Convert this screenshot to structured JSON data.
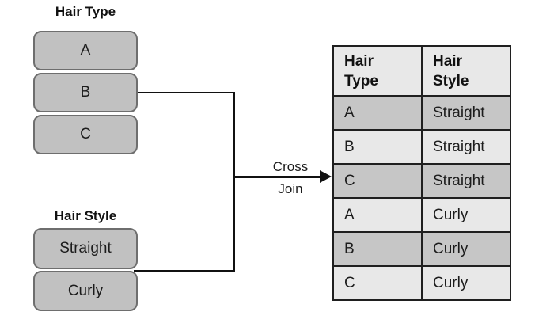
{
  "lists": {
    "hair_type": {
      "title": "Hair Type",
      "items": [
        "A",
        "B",
        "C"
      ]
    },
    "hair_style": {
      "title": "Hair Style",
      "items": [
        "Straight",
        "Curly"
      ]
    }
  },
  "connector": {
    "label_line1": "Cross",
    "label_line2": "Join"
  },
  "result_table": {
    "headers": [
      "Hair\nType",
      "Hair\nStyle"
    ],
    "rows": [
      [
        "A",
        "Straight"
      ],
      [
        "B",
        "Straight"
      ],
      [
        "C",
        "Straight"
      ],
      [
        "A",
        "Curly"
      ],
      [
        "B",
        "Curly"
      ],
      [
        "C",
        "Curly"
      ]
    ]
  },
  "colors": {
    "background": "#ffffff",
    "box_fill": "#c1c1c1",
    "box_border": "#6e6e6e",
    "line": "#111111",
    "table_border": "#1f1f1f",
    "table_header_bg": "#e8e8e8",
    "row_dark": "#c6c6c6",
    "row_light": "#e8e8e8",
    "text": "#1a1a1a"
  }
}
